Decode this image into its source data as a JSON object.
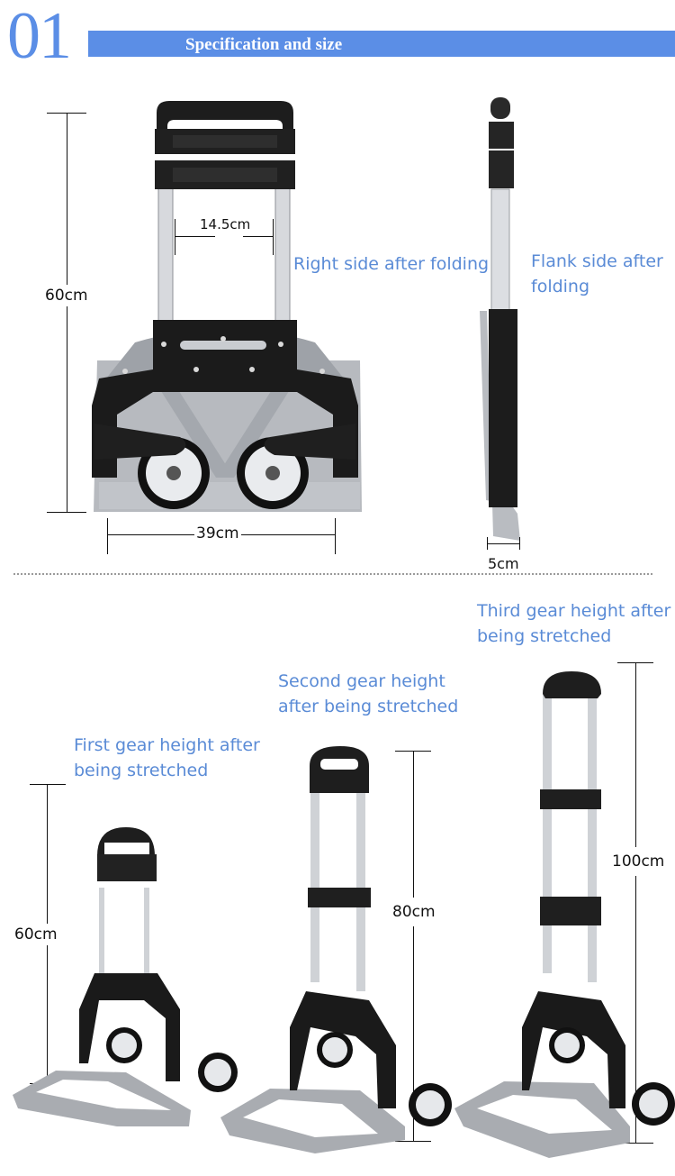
{
  "header": {
    "section_number": "01",
    "title": "Specification and size",
    "accent_color": "#5b8ee6"
  },
  "top_section": {
    "front_view": {
      "height_label": "60cm",
      "handle_width_label": "14.5cm",
      "base_width_label": "39cm"
    },
    "right_side_label": "Right side after folding",
    "flank_view": {
      "label_line1": "Flank side after",
      "label_line2": "folding",
      "depth_label": "5cm"
    }
  },
  "bottom_section": {
    "gears": [
      {
        "label_line1": "First gear height after",
        "label_line2": "being stretched",
        "height_label": "60cm"
      },
      {
        "label_line1": "Second gear height",
        "label_line2": "after being stretched",
        "height_label": "80cm"
      },
      {
        "label_line1": "Third gear height after",
        "label_line2": "being stretched",
        "height_label": "100cm"
      }
    ]
  },
  "colors": {
    "label_blue": "#5a8bd6",
    "frame_black": "#1a1a1a",
    "aluminum": "#c8cbd0",
    "base_gray": "#a9acb1"
  }
}
